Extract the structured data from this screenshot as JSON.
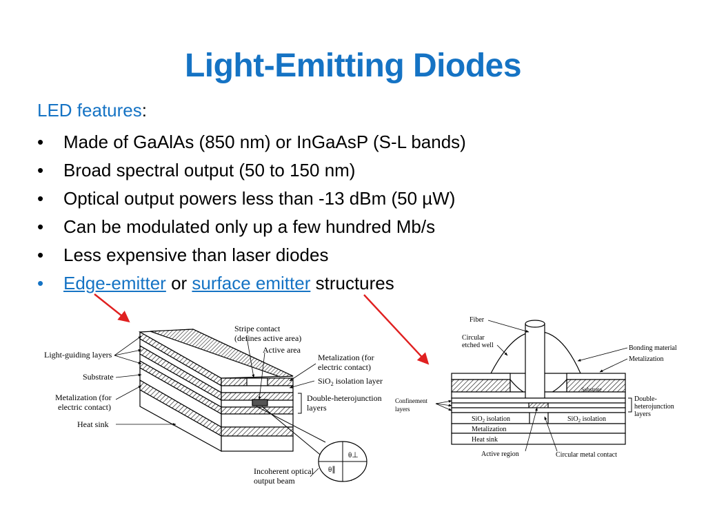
{
  "slide": {
    "title": "Light-Emitting Diodes",
    "intro_highlight": "LED features",
    "intro_suffix": ":",
    "bullet_glyph": "•",
    "bullets": [
      "Made of GaAlAs (850 nm) or InGaAsP  (S-L bands)",
      "Broad spectral output (50 to 150 nm)",
      "Optical output powers less than -13 dBm (50 µW)",
      "Can be modulated only up a few hundred Mb/s",
      "Less expensive than laser diodes"
    ],
    "last_bullet": {
      "link1": "Edge-emitter",
      "middle": " or ",
      "link2": "surface emitter",
      "suffix": " structures"
    },
    "colors": {
      "accent": "#1573c4",
      "arrow": "#e02020"
    }
  },
  "edge_diagram": {
    "light_guiding_layers": "Light-guiding layers",
    "substrate": "Substrate",
    "metal_bottom_1": "Metalization (for",
    "metal_bottom_2": "electric contact)",
    "heat_sink": "Heat sink",
    "stripe_1": "Stripe contact",
    "stripe_2": "(defines active area)",
    "active_area": "Active area",
    "metal_top_1": "Metalization (for",
    "metal_top_2": "electric contact)",
    "sio2": "SiO",
    "sio2_sub": "2",
    "isolation_layer": " isolation layer",
    "dh_1": "Double-heterojunction",
    "dh_2": "layers",
    "theta_perp": "θ⊥",
    "theta_par": "θ∥",
    "beam_1": "Incoherent optical",
    "beam_2": "output beam"
  },
  "surface_diagram": {
    "fiber": "Fiber",
    "well_1": "Circular",
    "well_2": "etched well",
    "bonding": "Bonding material",
    "metalization": "Metalization",
    "substrate": "Substrate",
    "confinement_1": "Confinement",
    "confinement_2": "layers",
    "dh_1": "Double-",
    "dh_2": "heterojunction",
    "dh_3": "layers",
    "sio2": "SiO",
    "sio2_sub": "2",
    "isolation": " isolation",
    "metalization_label": "Metalization",
    "heat_sink": "Heat sink",
    "active_region": "Active region",
    "circular_contact": "Circular metal contact"
  }
}
